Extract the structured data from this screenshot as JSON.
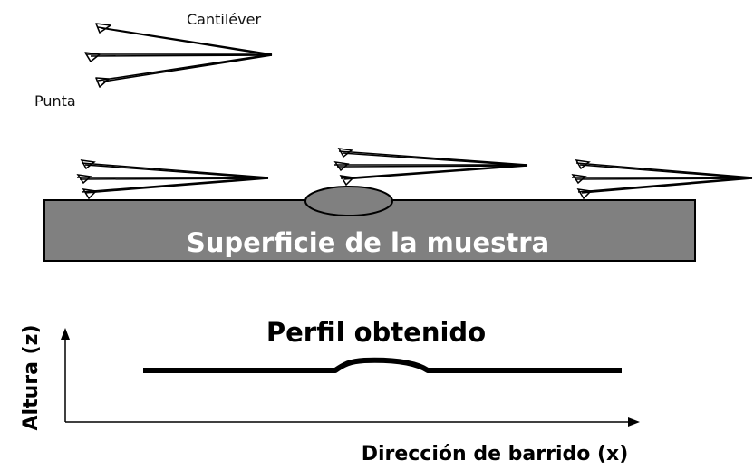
{
  "labels": {
    "cantilever": "Cantiléver",
    "tip": "Punta",
    "sample_surface": "Superficie de la muestra",
    "profile_title": "Perfil obtenido",
    "y_axis": "Altura (z)",
    "x_axis": "Dirección de barrido (x)"
  },
  "colors": {
    "sample_fill": "#808080",
    "ink": "#000000"
  }
}
